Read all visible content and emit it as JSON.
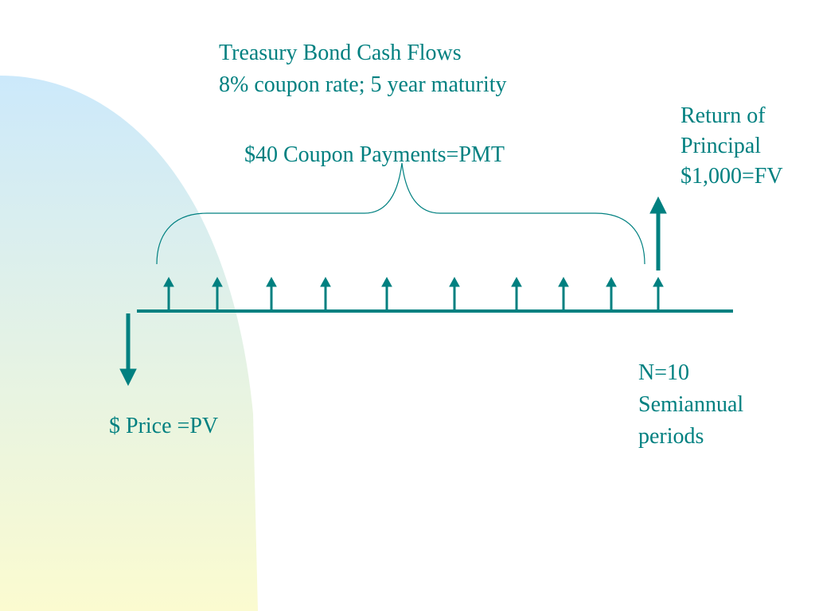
{
  "title": {
    "line1": "Treasury Bond Cash Flows",
    "line2": "8% coupon rate; 5 year maturity"
  },
  "coupon_label": "$40 Coupon Payments=PMT",
  "principal": {
    "line1": "Return of",
    "line2": "Principal",
    "line3": "$1,000=FV"
  },
  "periods": {
    "line1": "N=10",
    "line2": "Semiannual",
    "line3": "periods"
  },
  "price_label": "$ Price =PV",
  "colors": {
    "accent": "#008080",
    "bg_top": "#cce9fb",
    "bg_bottom": "#fbfbd0"
  }
}
